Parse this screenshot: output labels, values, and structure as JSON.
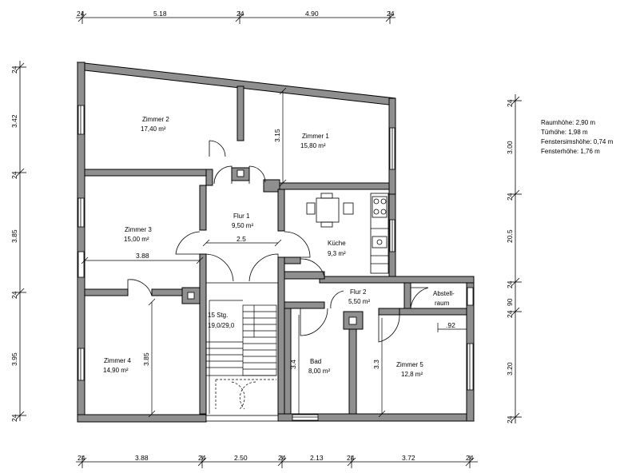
{
  "info": {
    "room_height": "Raumhöhe: 2,90 m",
    "door_height": "Türhöhe: 1,98 m",
    "sill_height": "Fenstersimshöhe: 0,74 m",
    "window_height": "Fensterhöhe: 1,76 m"
  },
  "rooms": {
    "zimmer2": {
      "name": "Zimmer 2",
      "area": "17,40 m²"
    },
    "zimmer1": {
      "name": "Zimmer 1",
      "area": "15,80 m²"
    },
    "zimmer3": {
      "name": "Zimmer 3",
      "area": "15,00 m²"
    },
    "flur1": {
      "name": "Flur 1",
      "area": "9,50 m²"
    },
    "kueche": {
      "name": "Küche",
      "area": "9,3 m²"
    },
    "flur2": {
      "name": "Flur 2",
      "area": "5,50 m²"
    },
    "abstell": {
      "line1": "Abstell-",
      "line2": "raum"
    },
    "zimmer4": {
      "name": "Zimmer 4",
      "area": "14,90 m²"
    },
    "stairs": {
      "line1": "15 Stg.",
      "line2": "19,0/29,0"
    },
    "bad": {
      "name": "Bad",
      "area": "8,00 m²"
    },
    "zimmer5": {
      "name": "Zimmer 5",
      "area": "12,8 m²"
    }
  },
  "dims": {
    "top": [
      "24",
      "5.18",
      "24",
      "4.90",
      "24"
    ],
    "bottom": [
      "24",
      "3.88",
      "24",
      "2.50",
      "24",
      "2.13",
      "24",
      "3.72",
      "24"
    ],
    "left": [
      "24",
      "3.42",
      "24",
      "3.85",
      "24",
      "3.95",
      "24"
    ],
    "right": [
      "24",
      "3.00",
      "24",
      "20.5",
      "24",
      "90",
      "24",
      "3.20",
      "24"
    ],
    "inner": {
      "z1_height": "3.15",
      "flur_width": "2.5",
      "z3_width": "3.88",
      "z4_height": "3.85",
      "bad_height": "3.4",
      "z5_height": "3.3",
      "abstell_width": ".92"
    }
  }
}
